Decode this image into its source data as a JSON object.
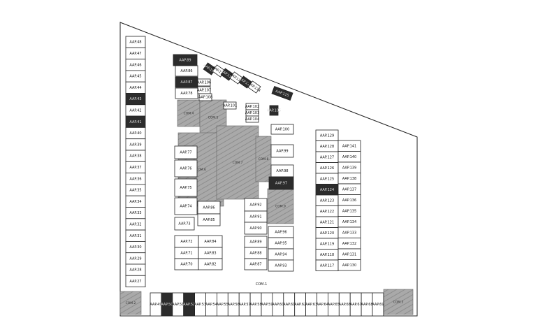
{
  "map": {
    "road_label": "COM.1",
    "lots": [
      {
        "id": "AAP.48"
      },
      {
        "id": "AAP.47"
      },
      {
        "id": "AAP.46"
      },
      {
        "id": "AAP.45"
      },
      {
        "id": "AAP.44"
      },
      {
        "id": "AAP.43",
        "dark": true
      },
      {
        "id": "AAP.42"
      },
      {
        "id": "AAP.41",
        "dark": true
      },
      {
        "id": "AAP.40"
      },
      {
        "id": "AAP.39"
      },
      {
        "id": "AAP.38"
      },
      {
        "id": "AAP.37"
      },
      {
        "id": "AAP.36"
      },
      {
        "id": "AAP.35"
      },
      {
        "id": "AAP.34"
      },
      {
        "id": "AAP.33"
      },
      {
        "id": "AAP.32"
      },
      {
        "id": "AAP.31"
      },
      {
        "id": "AAP.30"
      },
      {
        "id": "AAP.29"
      },
      {
        "id": "AAP.28"
      },
      {
        "id": "AAP.27"
      },
      {
        "id": "AAP.49"
      },
      {
        "id": "AAP.50",
        "dark": true
      },
      {
        "id": "AAP.51"
      },
      {
        "id": "AAP.52",
        "dark": true
      },
      {
        "id": "AAP.53"
      },
      {
        "id": "AAP.54"
      },
      {
        "id": "AAP.55"
      },
      {
        "id": "AAP.56"
      },
      {
        "id": "AAP.57"
      },
      {
        "id": "AAP.58"
      },
      {
        "id": "AAP.59"
      },
      {
        "id": "AAP.60"
      },
      {
        "id": "AAP.61"
      },
      {
        "id": "AAP.62"
      },
      {
        "id": "AAP.63"
      },
      {
        "id": "AAP.64"
      },
      {
        "id": "AAP.65"
      },
      {
        "id": "AAP.66"
      },
      {
        "id": "AAP.67"
      },
      {
        "id": "AAP.68"
      },
      {
        "id": "AAP.69"
      },
      {
        "id": "AAP.89",
        "dark": true
      },
      {
        "id": "AAP.86"
      },
      {
        "id": "AAP.87",
        "dark": true
      },
      {
        "id": "AAP.78"
      },
      {
        "id": "AAP.106"
      },
      {
        "id": "AAP.107"
      },
      {
        "id": "AAP.108"
      },
      {
        "id": "AAP.109",
        "dark": true
      },
      {
        "id": "AAP.110"
      },
      {
        "id": "AAP.111",
        "dark": true
      },
      {
        "id": "AAP.112"
      },
      {
        "id": "AAP.113",
        "dark": true
      },
      {
        "id": "AAP.114"
      },
      {
        "id": "AAP.115",
        "dark": true
      },
      {
        "id": "AAP.101"
      },
      {
        "id": "AAP.102"
      },
      {
        "id": "AAP.103"
      },
      {
        "id": "AAP.104"
      },
      {
        "id": "AAP.105",
        "dark": true
      },
      {
        "id": "AAP.100"
      },
      {
        "id": "AAP.77"
      },
      {
        "id": "AAP.76"
      },
      {
        "id": "AAP.75"
      },
      {
        "id": "AAP.74"
      },
      {
        "id": "AAP.73"
      },
      {
        "id": "AAP.86"
      },
      {
        "id": "AAP.85"
      },
      {
        "id": "AAP.72"
      },
      {
        "id": "AAP.71"
      },
      {
        "id": "AAP.70"
      },
      {
        "id": "AAP.84"
      },
      {
        "id": "AAP.83"
      },
      {
        "id": "AAP.82"
      },
      {
        "id": "AAP.99"
      },
      {
        "id": "AAP.98"
      },
      {
        "id": "AAP.97",
        "dark": true
      },
      {
        "id": "AAP.92"
      },
      {
        "id": "AAP.91"
      },
      {
        "id": "AAP.90"
      },
      {
        "id": "AAP.96"
      },
      {
        "id": "AAP.89"
      },
      {
        "id": "AAP.88"
      },
      {
        "id": "AAP.87"
      },
      {
        "id": "AAP.95"
      },
      {
        "id": "AAP.94"
      },
      {
        "id": "AAP.93"
      },
      {
        "id": "AAP.129"
      },
      {
        "id": "AAP.128"
      },
      {
        "id": "AAP.127"
      },
      {
        "id": "AAP.126"
      },
      {
        "id": "AAP.125"
      },
      {
        "id": "AAP.124",
        "dark": true
      },
      {
        "id": "AAP.123"
      },
      {
        "id": "AAP.122"
      },
      {
        "id": "AAP.121"
      },
      {
        "id": "AAP.120"
      },
      {
        "id": "AAP.119"
      },
      {
        "id": "AAP.118"
      },
      {
        "id": "AAP.117"
      },
      {
        "id": "AAP.141"
      },
      {
        "id": "AAP.140"
      },
      {
        "id": "AAP.139"
      },
      {
        "id": "AAP.138"
      },
      {
        "id": "AAP.137"
      },
      {
        "id": "AAP.136"
      },
      {
        "id": "AAP.135"
      },
      {
        "id": "AAP.134"
      },
      {
        "id": "AAP.133"
      },
      {
        "id": "AAP.132"
      },
      {
        "id": "AAP.131"
      },
      {
        "id": "AAP.130"
      }
    ],
    "common_areas": [
      {
        "label": "COM.2"
      },
      {
        "label": "COM.3"
      },
      {
        "label": "COM.4"
      },
      {
        "label": "COM.5"
      },
      {
        "label": "COM.6"
      },
      {
        "label": "COM.7"
      },
      {
        "label": "COM.8"
      },
      {
        "label": "COM.9"
      }
    ]
  }
}
